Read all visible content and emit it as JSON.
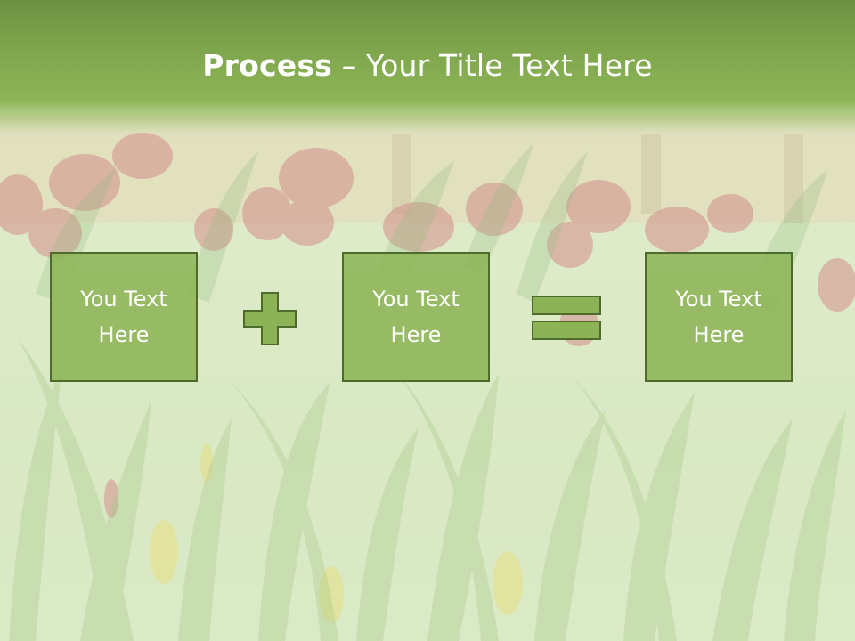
{
  "slide": {
    "title": {
      "strong": "Process",
      "rest": " – Your Title Text Here"
    },
    "steps": [
      {
        "label": "You Text\nHere"
      },
      {
        "label": "You Text\nHere"
      },
      {
        "label": "You Text\nHere"
      }
    ],
    "operators": [
      "plus-icon",
      "equals-icon"
    ],
    "colors": {
      "banner": "#7ea54c",
      "box_fill": "#8cb355",
      "box_border": "#4f6b2c",
      "text": "#ffffff"
    }
  }
}
